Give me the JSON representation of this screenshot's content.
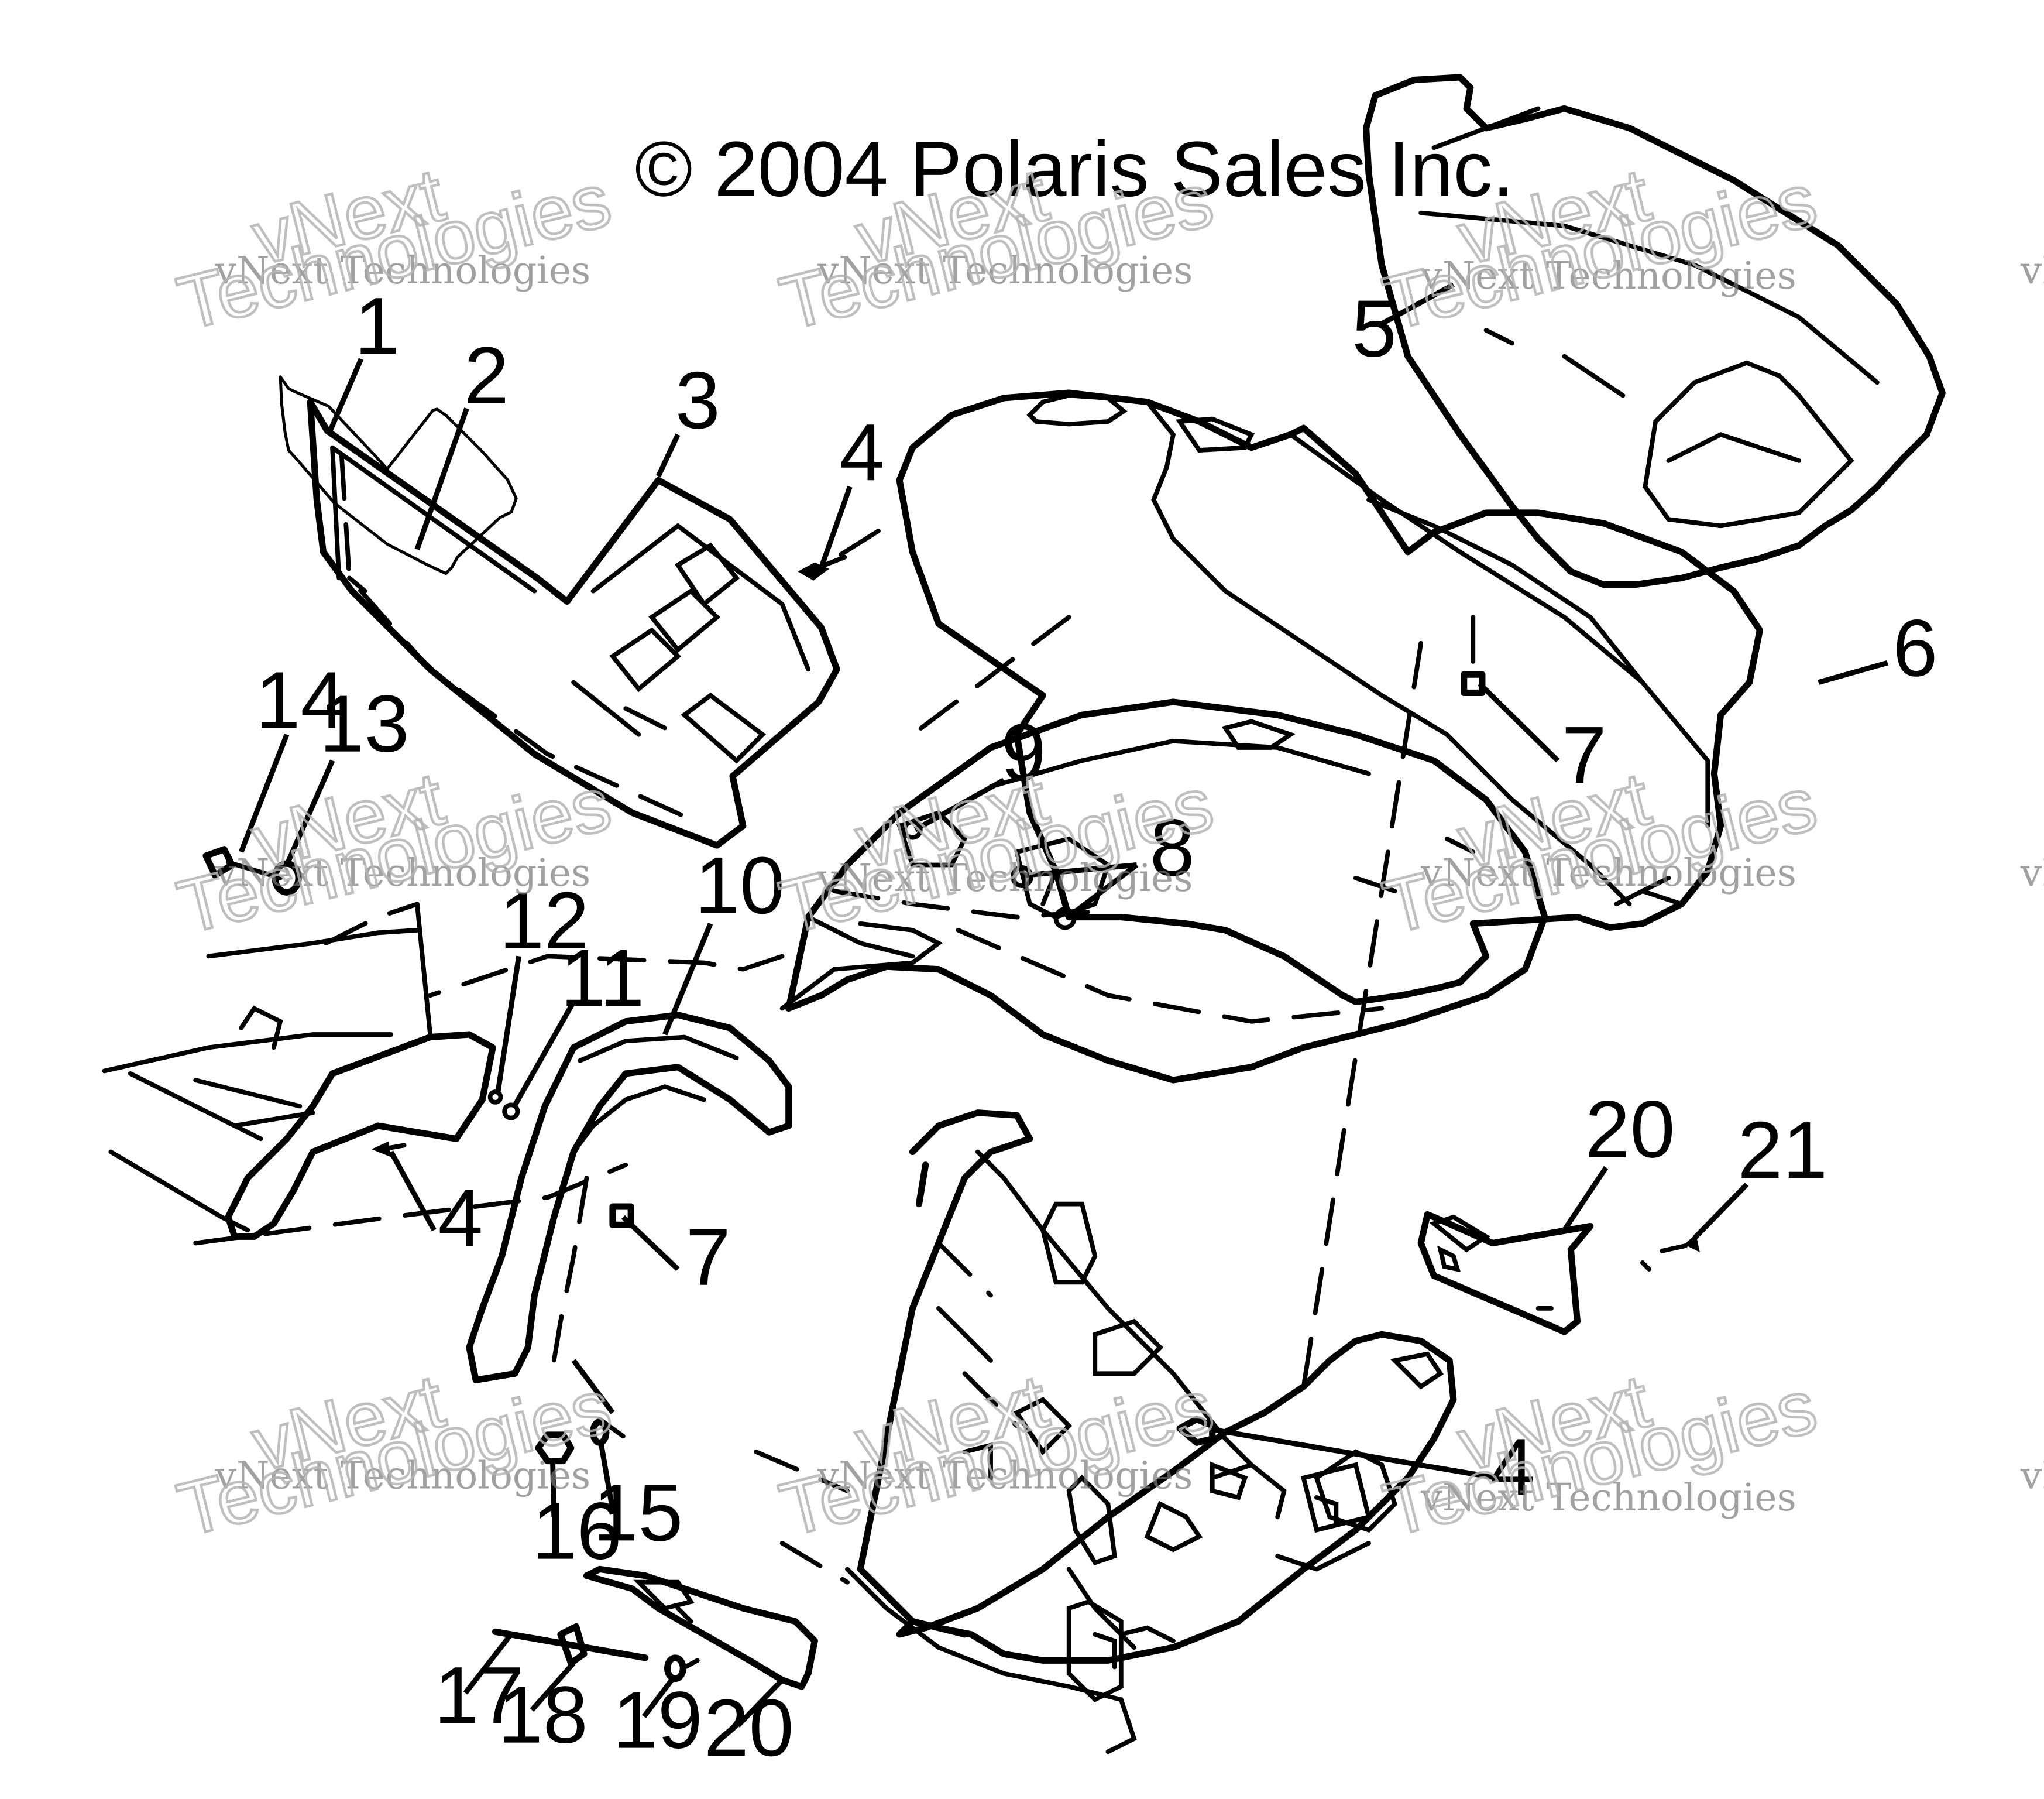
{
  "copyright": "© 2004 Polaris Sales Inc.",
  "watermark": {
    "company": "vNext Technologies",
    "word1": "vNext",
    "word2": "Technologies"
  },
  "callouts": [
    {
      "label": "1"
    },
    {
      "label": "2"
    },
    {
      "label": "3"
    },
    {
      "label": "4"
    },
    {
      "label": "5"
    },
    {
      "label": "6"
    },
    {
      "label": "7"
    },
    {
      "label": "9"
    },
    {
      "label": "8"
    },
    {
      "label": "14"
    },
    {
      "label": "13"
    },
    {
      "label": "10"
    },
    {
      "label": "12"
    },
    {
      "label": "11"
    },
    {
      "label": "4"
    },
    {
      "label": "7"
    },
    {
      "label": "20"
    },
    {
      "label": "21"
    },
    {
      "label": "4"
    },
    {
      "label": "16"
    },
    {
      "label": "15"
    },
    {
      "label": "17"
    },
    {
      "label": "18"
    },
    {
      "label": "19"
    },
    {
      "label": "20"
    }
  ]
}
